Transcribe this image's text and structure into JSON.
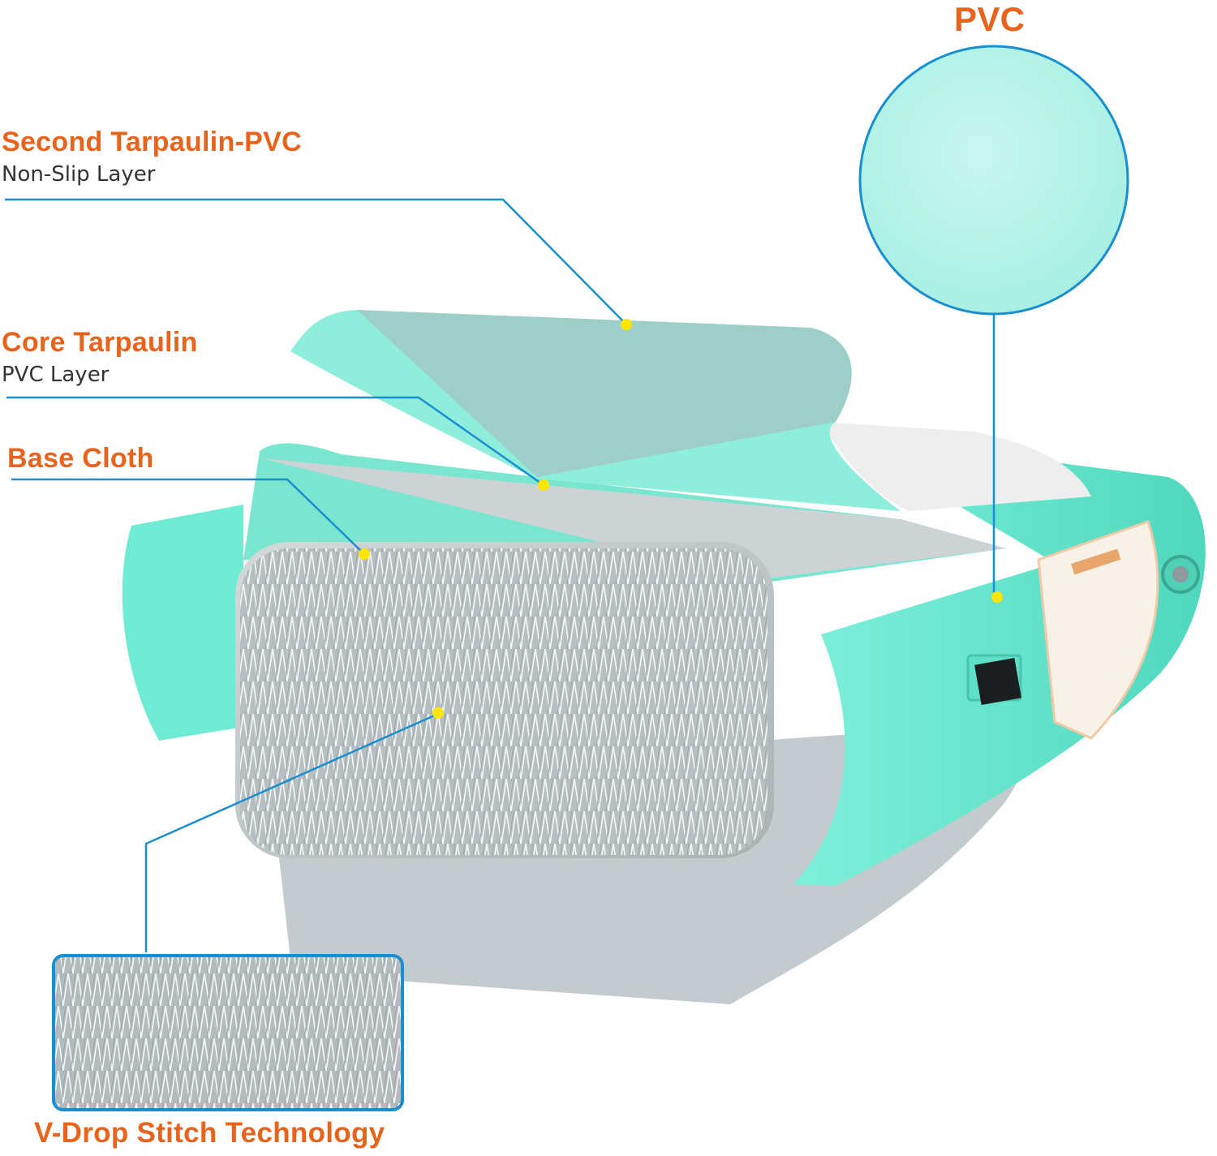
{
  "colors": {
    "accent_orange": "#e8631c",
    "leader_blue": "#1a8fd0",
    "marker_yellow": "#ffe600",
    "board_teal": "#5ee3c8",
    "fabric_grey": "#c9cfd1"
  },
  "labels": {
    "pvc": "PVC",
    "second_layer_title": "Second Tarpaulin-PVC",
    "second_layer_subtitle": "Non-Slip Layer",
    "core_layer_title": "Core Tarpaulin",
    "core_layer_subtitle": "PVC Layer",
    "base_cloth_title": "Base Cloth",
    "drop_stitch_title": "V-Drop Stitch Technology"
  },
  "icons": [
    "pvc-magnifier-circle",
    "v-drop-stitch-inset",
    "air-valve-icon",
    "carry-handle-icon",
    "caution-sticker"
  ]
}
